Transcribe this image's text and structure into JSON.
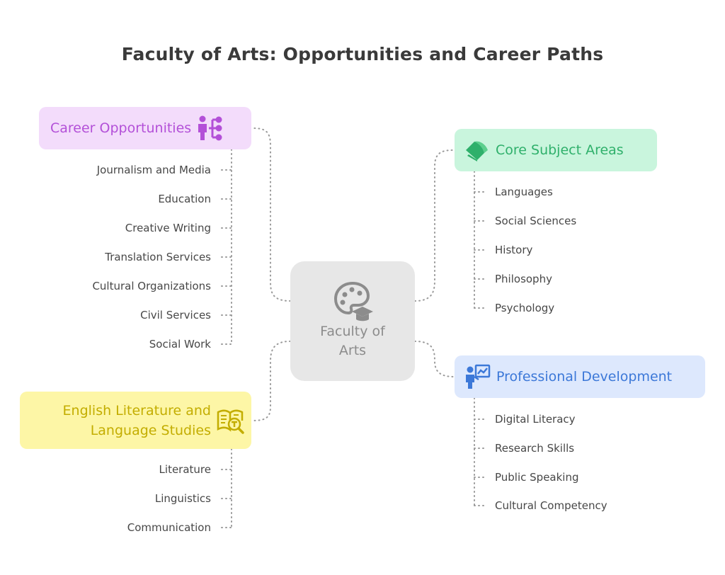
{
  "title": "Faculty of Arts: Opportunities and Career Paths",
  "hub": {
    "line1": "Faculty of",
    "line2": "Arts",
    "icon": "palette-graduation-cap-icon"
  },
  "branches": {
    "career": {
      "label": "Career Opportunities",
      "icon": "person-network-icon",
      "color": "#b350d8",
      "items": [
        "Journalism and Media",
        "Education",
        "Creative Writing",
        "Translation Services",
        "Cultural Organizations",
        "Civil Services",
        "Social Work"
      ]
    },
    "core": {
      "label": "Core Subject Areas",
      "icon": "open-book-icon",
      "color": "#2fb06b",
      "items": [
        "Languages",
        "Social Sciences",
        "History",
        "Philosophy",
        "Psychology"
      ]
    },
    "prof": {
      "label": "Professional Development",
      "icon": "presenter-chart-icon",
      "color": "#3c78d8",
      "items": [
        "Digital Literacy",
        "Research Skills",
        "Public Speaking",
        "Cultural Competency"
      ]
    },
    "eng": {
      "label_line1": "English Literature and",
      "label_line2": "Language Studies",
      "icon": "book-magnifier-icon",
      "color": "#c3ad00",
      "items": [
        "Literature",
        "Linguistics",
        "Communication"
      ]
    }
  }
}
